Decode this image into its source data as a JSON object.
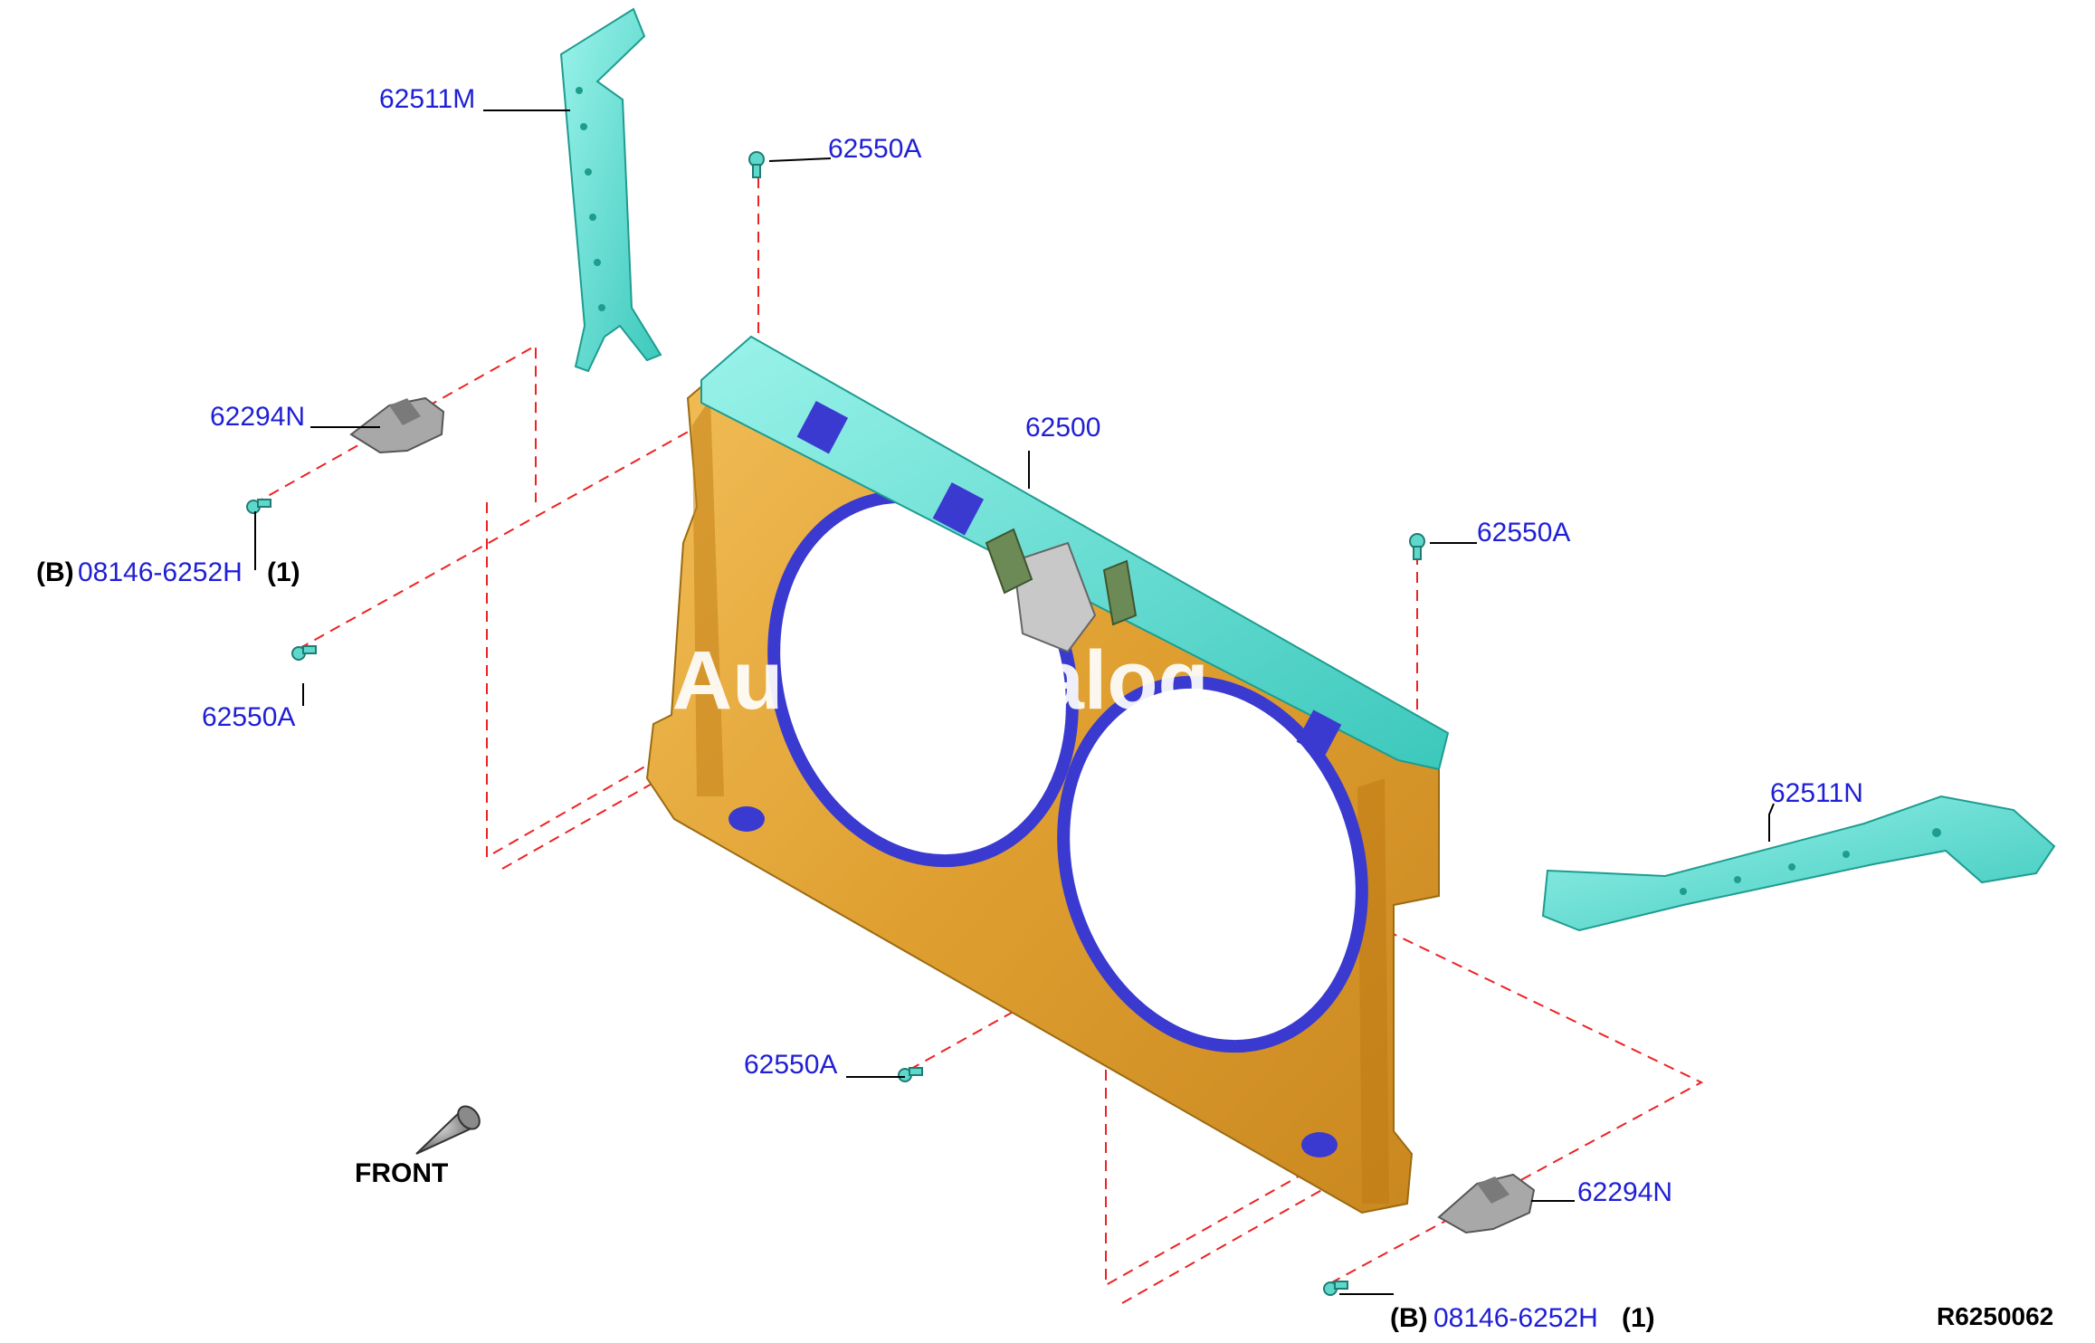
{
  "labels": {
    "p62511M": "62511M",
    "p62550A_top": "62550A",
    "p62500": "62500",
    "p62294N_left": "62294N",
    "b_prefix_left": "(B)",
    "p08146_left": "08146-6252H",
    "qty_left": "(1)",
    "p62550A_left": "62550A",
    "p62550A_right": "62550A",
    "p62511N": "62511N",
    "p62550A_bottom": "62550A",
    "p62294N_right": "62294N",
    "b_prefix_right": "(B)",
    "p08146_right": "08146-6252H",
    "qty_right": "(1)",
    "front": "FRONT",
    "ref_code": "R6250062",
    "watermark": "t Au  ts Catalog"
  },
  "colors": {
    "callout_text": "#1f1fd6",
    "frame_body": "#e0a43a",
    "bracket": "#6fe6d8",
    "fan_opening": "#3a3ad0",
    "guide_line": "#ee2222",
    "clip": "#9a9a9a"
  }
}
